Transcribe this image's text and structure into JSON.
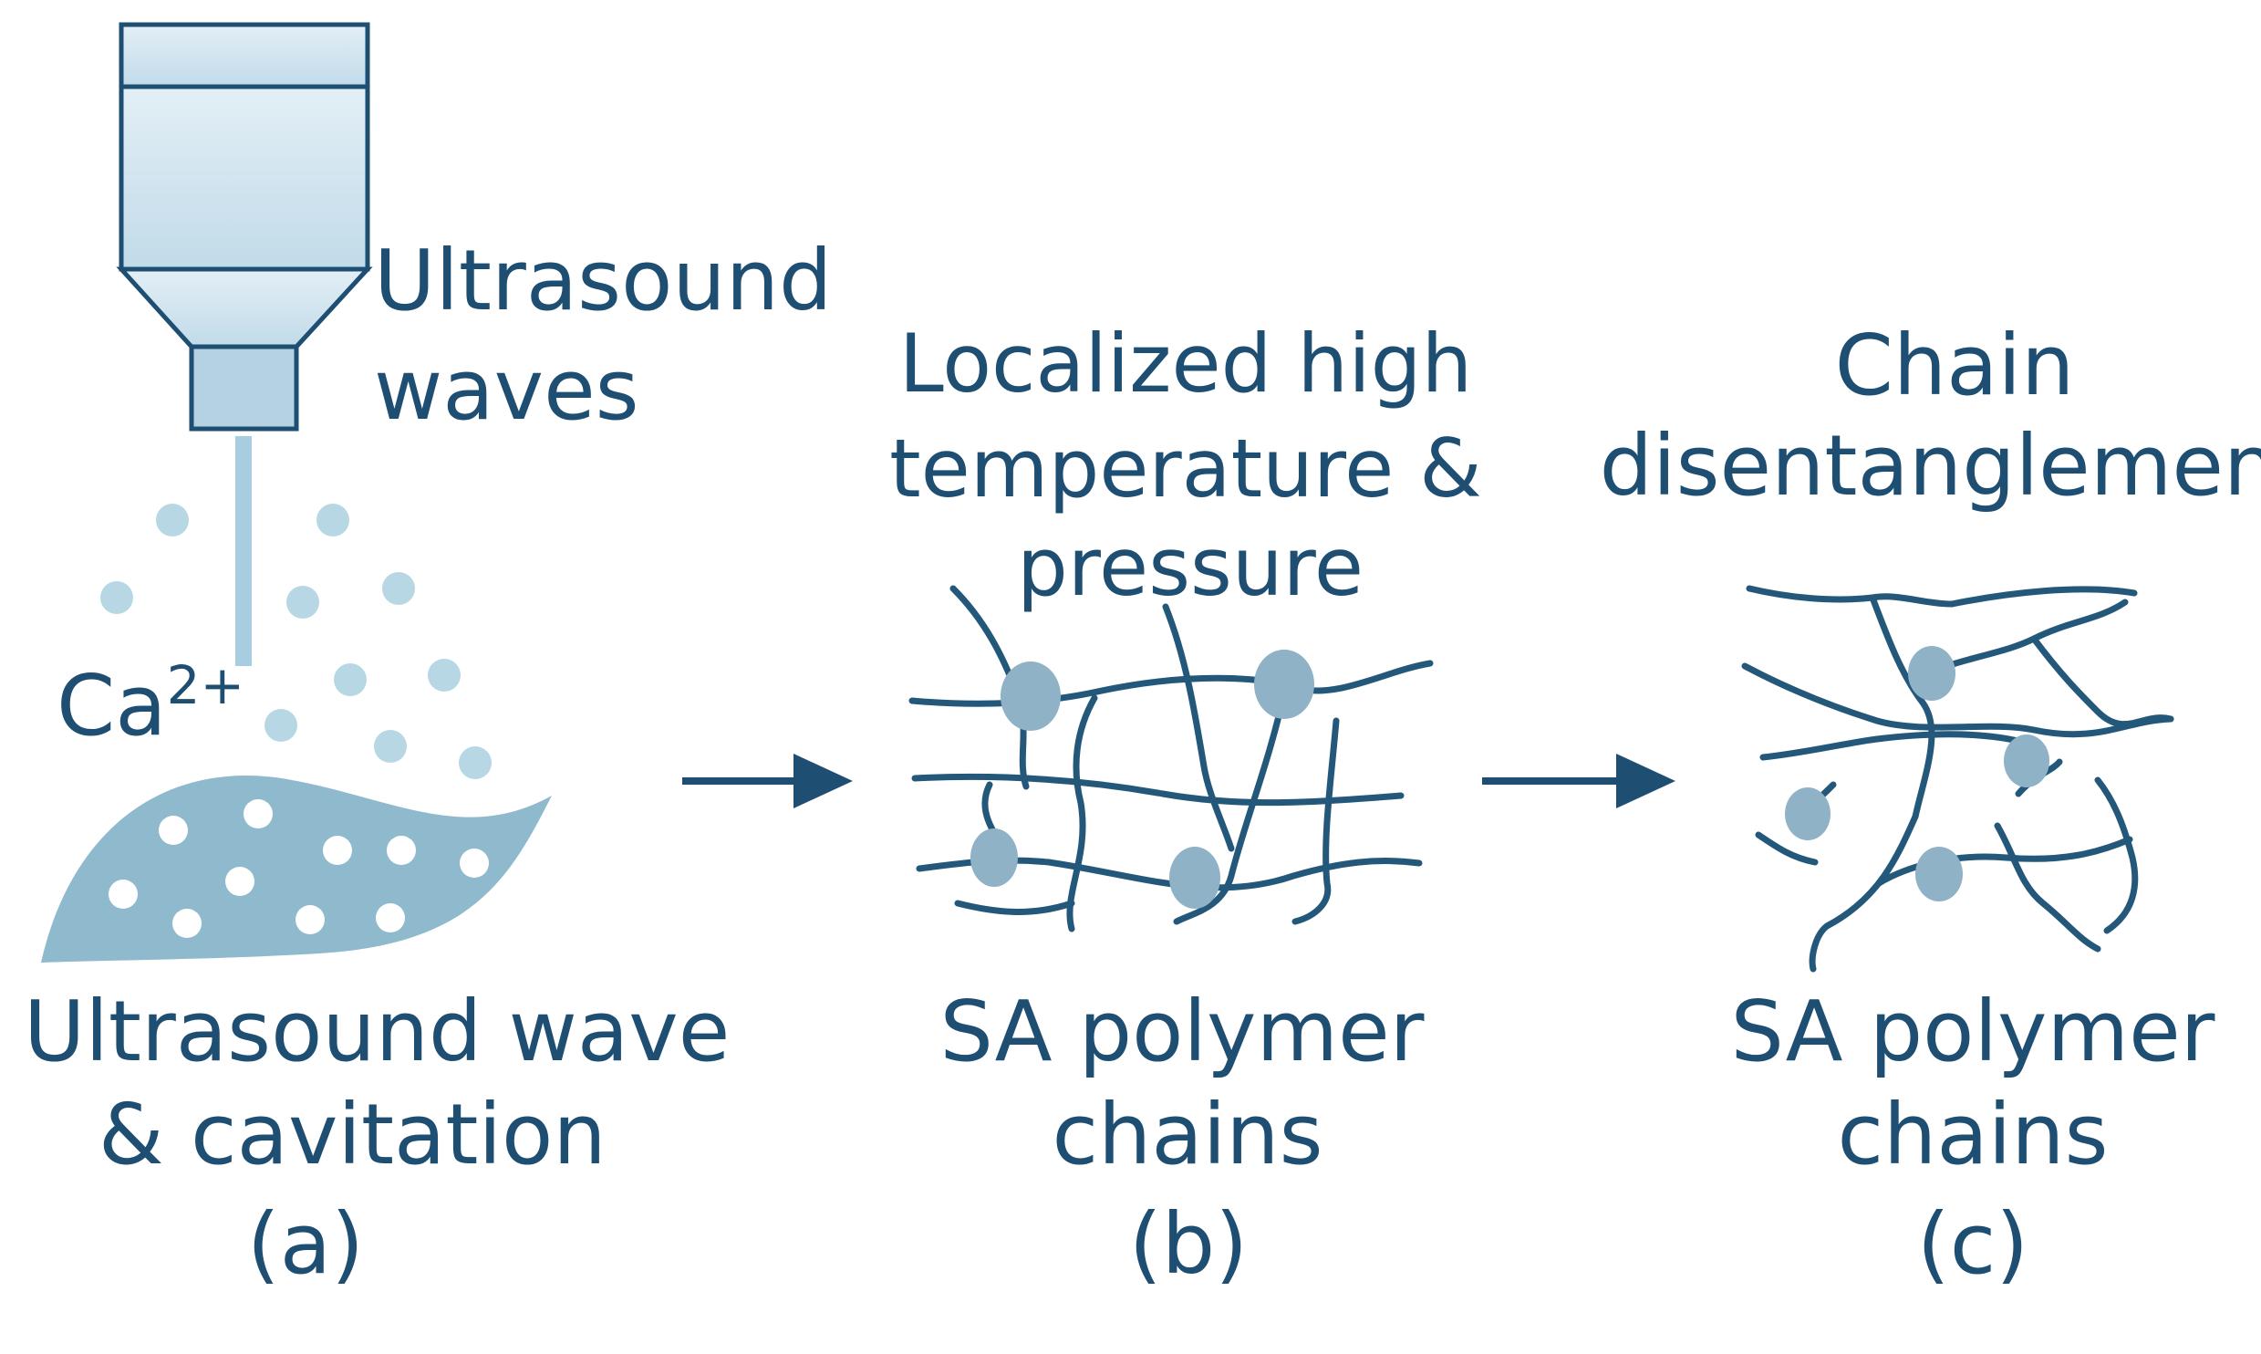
{
  "panel_a": {
    "source_label_line1": "Ultrasound",
    "source_label_line2": "waves",
    "ion_symbol": "Ca",
    "ion_charge": "2+",
    "bottom_label_line1": "Ultrasound wave",
    "bottom_label_line2": "& cavitation",
    "caption": "(a)"
  },
  "panel_b": {
    "top_label_line1": "Localized high",
    "top_label_line2": "temperature &",
    "top_label_line3": "pressure",
    "bottom_label_line1": "SA polymer",
    "bottom_label_line2": "chains",
    "caption": "(b)"
  },
  "panel_c": {
    "top_label_line1": "Chain",
    "top_label_line2": "disentanglement",
    "bottom_label_line1": "SA polymer",
    "bottom_label_line2": "chains",
    "caption": "(c)"
  },
  "colors": {
    "text": "#1f4e73",
    "horn_fill": "#d3e6f0",
    "horn_stroke": "#1f4e73",
    "wave_fill": "#8fb9cd",
    "bubble": "#b7d7e5",
    "chain": "#24587a",
    "node": "#8fb2c7",
    "arrow": "#1f4e73"
  }
}
